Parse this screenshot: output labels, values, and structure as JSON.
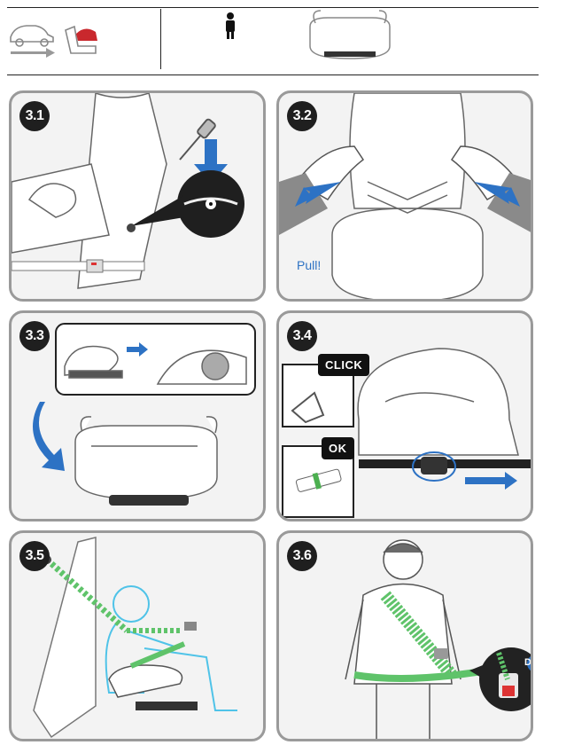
{
  "header": {
    "icons": [
      "car-icon",
      "seat-booster-icon",
      "child-icon",
      "booster-seat-icon"
    ]
  },
  "steps": [
    {
      "id": "3.1",
      "icons": [
        "screwdriver-icon",
        "arrow-down-icon"
      ]
    },
    {
      "id": "3.2",
      "label": "Pull!"
    },
    {
      "id": "3.3"
    },
    {
      "id": "3.4",
      "label_click": "CLICK",
      "label_ok": "OK"
    },
    {
      "id": "3.5"
    },
    {
      "id": "3.6",
      "callout": "D"
    }
  ],
  "colors": {
    "accent_blue": "#2d72c4",
    "belt_green": "#5fc36a",
    "panel_border": "#9a9a9a",
    "panel_bg": "#f3f3f3",
    "child_outline": "#4fc3e8",
    "red": "#d33"
  }
}
